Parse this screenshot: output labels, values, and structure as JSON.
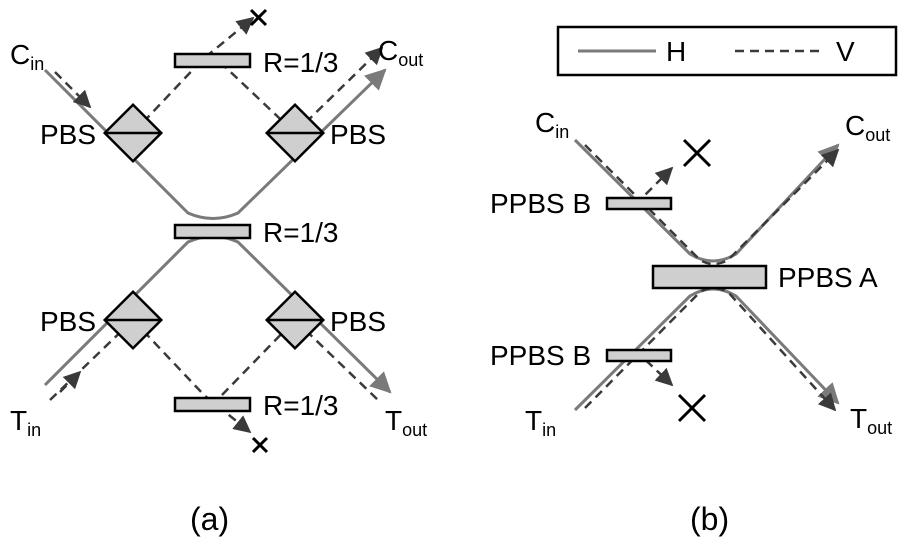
{
  "panel_a": {
    "caption": "(a)",
    "c_in": {
      "main": "C",
      "sub": "in"
    },
    "c_out": {
      "main": "C",
      "sub": "out"
    },
    "t_in": {
      "main": "T",
      "sub": "in"
    },
    "t_out": {
      "main": "T",
      "sub": "out"
    },
    "pbs_label": "PBS",
    "bs_top_label": "R=1/3",
    "bs_mid_label": "R=1/3",
    "bs_bottom_label": "R=1/3"
  },
  "panel_b": {
    "caption": "(b)",
    "legend": {
      "h_label": "H",
      "v_label": "V"
    },
    "c_in": {
      "main": "C",
      "sub": "in"
    },
    "c_out": {
      "main": "C",
      "sub": "out"
    },
    "t_in": {
      "main": "T",
      "sub": "in"
    },
    "t_out": {
      "main": "T",
      "sub": "out"
    },
    "ppbs_a_label": "PPBS A",
    "ppbs_b_top_label": "PPBS B",
    "ppbs_b_bottom_label": "PPBS B"
  }
}
